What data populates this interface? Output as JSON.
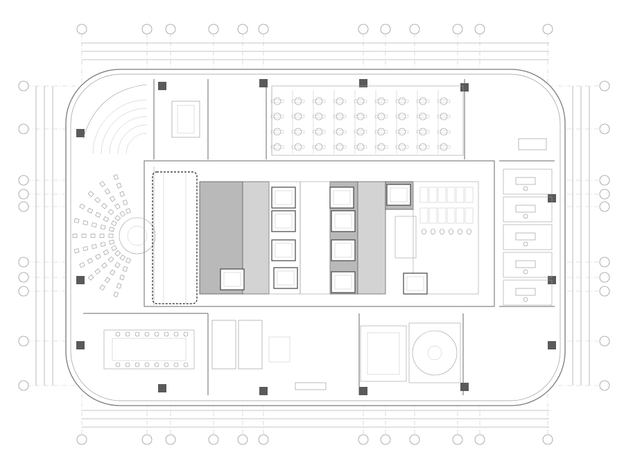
{
  "drawing": {
    "type": "architectural floor plan",
    "line_color": "#6a6a6a",
    "core_fill": "#b9b9b9",
    "background": "#ffffff"
  },
  "grid": {
    "vertical_axis_count": 13,
    "horizontal_axis_count": 8
  },
  "structure": {
    "column_count": 14,
    "elevator_count": 11
  },
  "caption_text": ""
}
